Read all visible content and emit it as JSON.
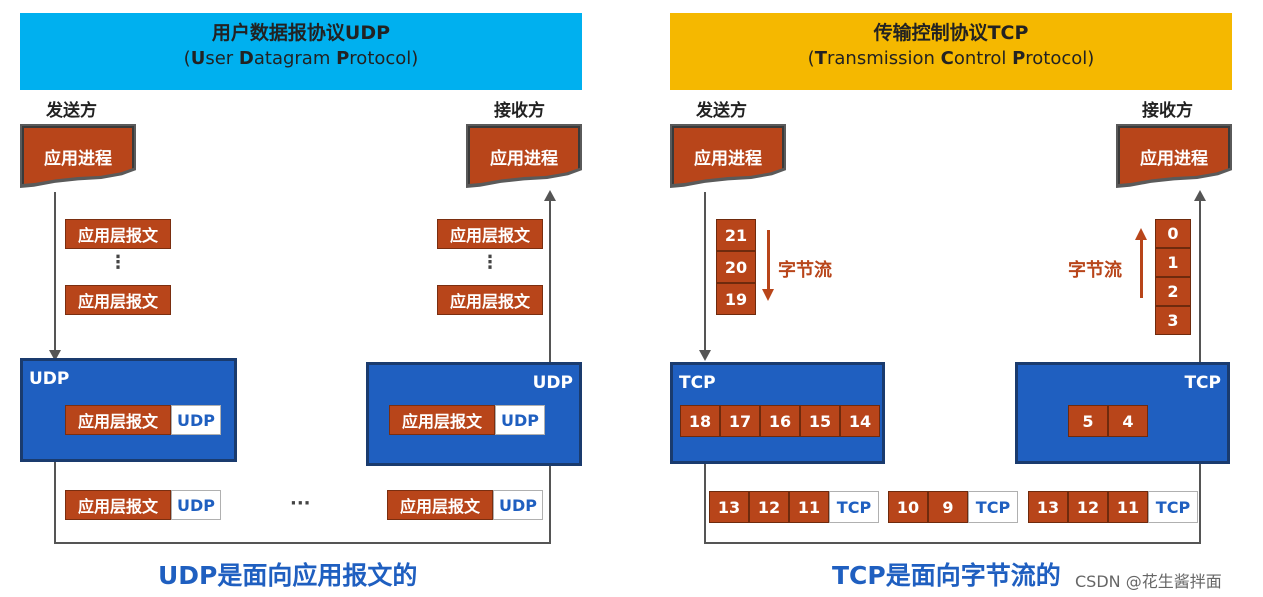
{
  "udp_panel": {
    "title": "用户数据报协议UDP",
    "subtitle_parts": [
      "(",
      "U",
      "ser ",
      "D",
      "atagram ",
      "P",
      "rotocol)"
    ],
    "sender_label": "发送方",
    "receiver_label": "接收方",
    "process_label": "应用进程",
    "message_label": "应用层报文",
    "layer_label": "UDP",
    "header_label": "UDP",
    "ellipsis_vertical": "⋮",
    "ellipsis_horizontal": "···",
    "caption": "UDP是面向应用报文的"
  },
  "tcp_panel": {
    "title": "传输控制协议TCP",
    "subtitle_parts": [
      "(",
      "T",
      "ransmission ",
      "C",
      "ontrol ",
      "P",
      "rotocol)"
    ],
    "sender_label": "发送方",
    "receiver_label": "接收方",
    "process_label": "应用进程",
    "layer_label": "TCP",
    "header_label": "TCP",
    "byte_stream_label": "字节流",
    "sender_stream": [
      "21",
      "20",
      "19"
    ],
    "receiver_stream": [
      "0",
      "1",
      "2",
      "3"
    ],
    "sender_buffer": [
      "18",
      "17",
      "16",
      "15",
      "14"
    ],
    "receiver_buffer": [
      "5",
      "4"
    ],
    "segments": [
      {
        "bytes": [
          "13",
          "12",
          "11"
        ]
      },
      {
        "bytes": [
          "10",
          "9"
        ]
      },
      {
        "bytes": [
          "13",
          "12",
          "11"
        ]
      }
    ],
    "caption": "TCP是面向字节流的"
  },
  "colors": {
    "udp_banner": "#00b0ef",
    "tcp_banner": "#f5b800",
    "process": "#b8451a",
    "layer_block": "#1f5fc0",
    "caption": "#1f5fc0"
  },
  "watermark": "CSDN @花生酱拌面"
}
